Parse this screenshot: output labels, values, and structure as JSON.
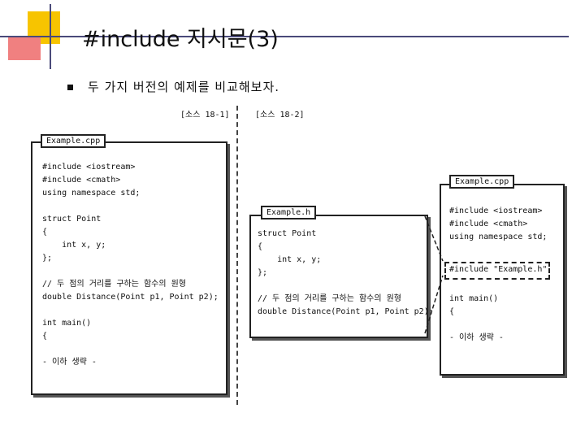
{
  "slide": {
    "title": "#include 지시문(3)",
    "bullet": "두 가지 버전의 예제를 비교해보자."
  },
  "sources": {
    "left_label": "[소스 18-1]",
    "right_label": "[소스 18-2]"
  },
  "listing_18_1": {
    "filename": "Example.cpp",
    "code": "#include <iostream>\n#include <cmath>\nusing namespace std;\n\nstruct Point\n{\n    int x, y;\n};\n\n// 두 점의 거리를 구하는 함수의 원형\ndouble Distance(Point p1, Point p2);\n\nint main()\n{\n\n- 이하 생략 -"
  },
  "listing_18_2": {
    "header_file": {
      "filename": "Example.h",
      "code": "struct Point\n{\n    int x, y;\n};\n\n// 두 점의 거리를 구하는 함수의 원형\ndouble Distance(Point p1, Point p2);"
    },
    "cpp_file": {
      "filename": "Example.cpp",
      "code_top": "#include <iostream>\n#include <cmath>\nusing namespace std;",
      "include_line": "#include \"Example.h\"",
      "code_bottom": "int main()\n{\n\n- 이하 생략 -"
    }
  },
  "colors": {
    "deco_yellow": "#f7c400",
    "deco_red": "#f08080",
    "deco_line": "#4a4a7a"
  }
}
